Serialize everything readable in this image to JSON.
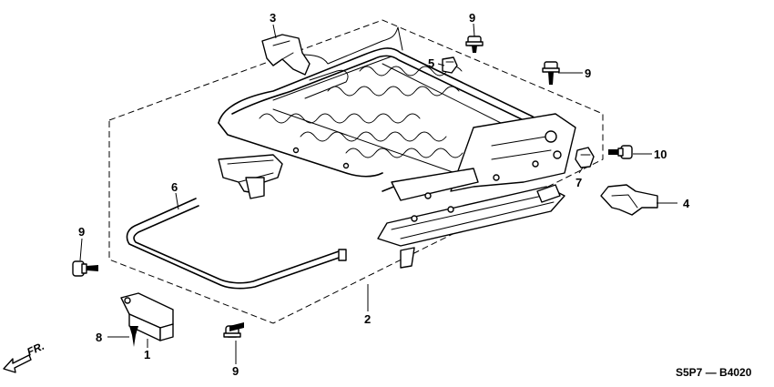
{
  "callouts": {
    "c1": "1",
    "c2": "2",
    "c3": "3",
    "c4": "4",
    "c5": "5",
    "c6": "6",
    "c7": "7",
    "c8": "8",
    "c9a": "9",
    "c9b": "9",
    "c9c": "9",
    "c9d": "9",
    "c10": "10"
  },
  "diagram_code": "S5P7 — B4020",
  "front_indicator": "FR."
}
